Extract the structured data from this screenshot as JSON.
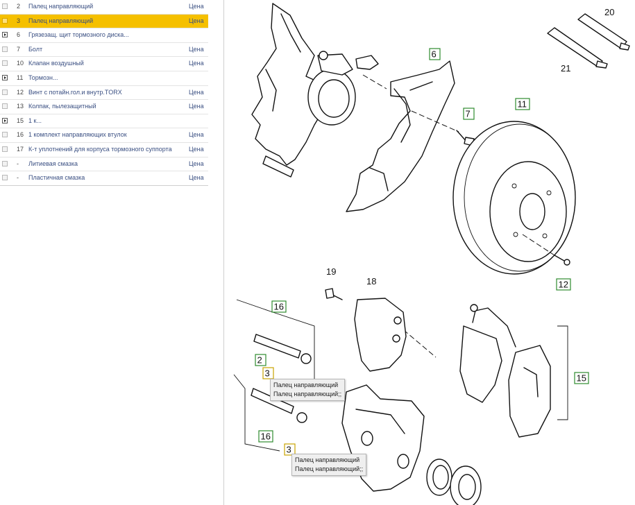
{
  "parts": [
    {
      "num": "2",
      "name": "Палец направляющий",
      "price": "Цена",
      "control": "check",
      "selected": false
    },
    {
      "num": "3",
      "name": "Палец направляющий",
      "price": "Цена",
      "control": "check",
      "selected": true
    },
    {
      "num": "6",
      "name": "Грязезащ. щит тормозного диска...",
      "price": "",
      "control": "expand",
      "selected": false
    },
    {
      "num": "7",
      "name": "Болт",
      "price": "Цена",
      "control": "check",
      "selected": false
    },
    {
      "num": "10",
      "name": "Клапан воздушный",
      "price": "Цена",
      "control": "check",
      "selected": false
    },
    {
      "num": "11",
      "name": "Тормозн...",
      "price": "",
      "control": "expand",
      "selected": false
    },
    {
      "num": "12",
      "name": "Винт с потайн.гол.и внутр.TORX",
      "price": "Цена",
      "control": "check",
      "selected": false
    },
    {
      "num": "13",
      "name": "Колпак, пылезащитный",
      "price": "Цена",
      "control": "check",
      "selected": false
    },
    {
      "num": "15",
      "name": "1 к...",
      "price": "",
      "control": "expand",
      "selected": false
    },
    {
      "num": "16",
      "name": "1 комплект направляющих втулок",
      "price": "Цена",
      "control": "check",
      "selected": false
    },
    {
      "num": "17",
      "name": "К-т уплотнений для корпуса тормозного суппорта",
      "price": "Цена",
      "control": "check",
      "selected": false
    },
    {
      "num": "-",
      "name": "Литиевая смазка",
      "price": "Цена",
      "control": "check",
      "selected": false
    },
    {
      "num": "-",
      "name": "Пластичная смазка",
      "price": "Цена",
      "control": "check",
      "selected": false
    }
  ],
  "callouts": {
    "c6": "6",
    "c7": "7",
    "c11": "11",
    "c12": "12",
    "c20": "20",
    "c21": "21",
    "c19": "19",
    "c18": "18",
    "c16a": "16",
    "c2": "2",
    "c3a": "3",
    "c16b": "16",
    "c3b": "3",
    "c15": "15"
  },
  "tooltips": {
    "tip1": {
      "line1": "Палец направляющий",
      "line2": "Палец направляющий;;"
    },
    "tip2": {
      "line1": "Палец направляющий",
      "line2": "Палец направляющий;;"
    }
  },
  "colors": {
    "selected": "#f5c000",
    "link": "#3a4f82",
    "callout_box": "#2e8b2e"
  }
}
